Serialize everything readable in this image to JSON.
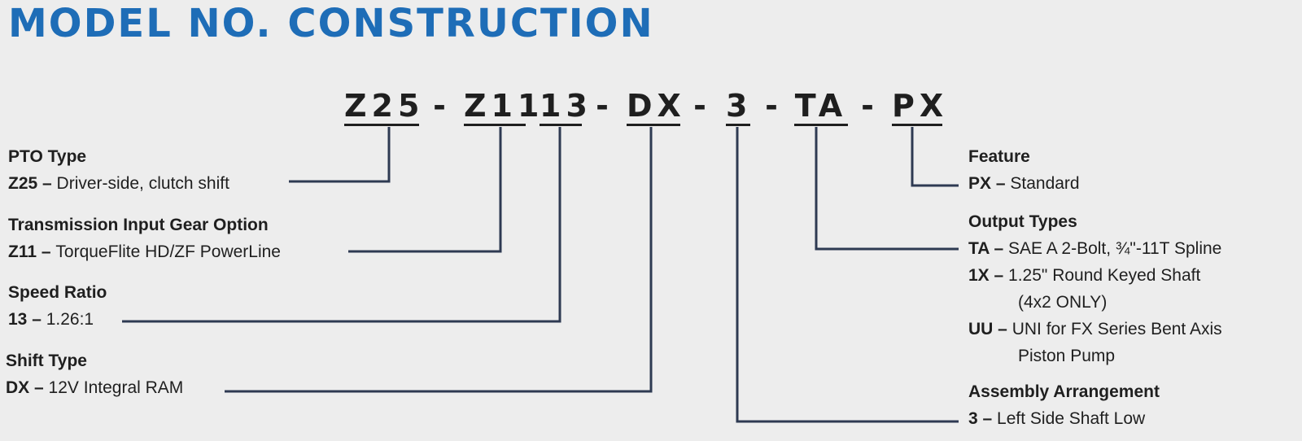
{
  "title": "MODEL NO. CONSTRUCTION",
  "model_code": {
    "segments": [
      "Z25",
      "Z11",
      "13",
      "DX",
      "3",
      "TA",
      "PX"
    ],
    "separator": "-"
  },
  "left_groups": [
    {
      "heading": "PTO Type",
      "key": "Z25",
      "dash": " – ",
      "value": "Driver-side, clutch shift"
    },
    {
      "heading": "Transmission Input Gear Option",
      "key": "Z11",
      "dash": " – ",
      "value": "TorqueFlite HD/ZF PowerLine"
    },
    {
      "heading": "Speed Ratio",
      "key": "13",
      "dash": " – ",
      "value": "1.26:1"
    },
    {
      "heading": "Shift Type",
      "key": "DX",
      "dash": " – ",
      "value": "12V Integral RAM"
    }
  ],
  "right_groups": {
    "feature": {
      "heading": "Feature",
      "key": "PX",
      "dash": " – ",
      "value": "Standard"
    },
    "output": {
      "heading": "Output Types",
      "items": [
        {
          "key": "TA",
          "dash": " – ",
          "value": "SAE A 2-Bolt, ¾\"-11T Spline"
        },
        {
          "key": "1X",
          "dash": " – ",
          "value": "1.25\" Round Keyed Shaft",
          "cont": "(4x2 ONLY)"
        },
        {
          "key": "UU",
          "dash": " – ",
          "value": "UNI for FX Series Bent Axis",
          "cont": "Piston Pump"
        }
      ]
    },
    "assembly": {
      "heading": "Assembly Arrangement",
      "key": "3",
      "dash": " – ",
      "value": "Left Side Shaft Low"
    }
  },
  "colors": {
    "title": "#1e6db7",
    "line": "#2e3a52",
    "background": "#ededed",
    "text": "#1f1f1f"
  }
}
